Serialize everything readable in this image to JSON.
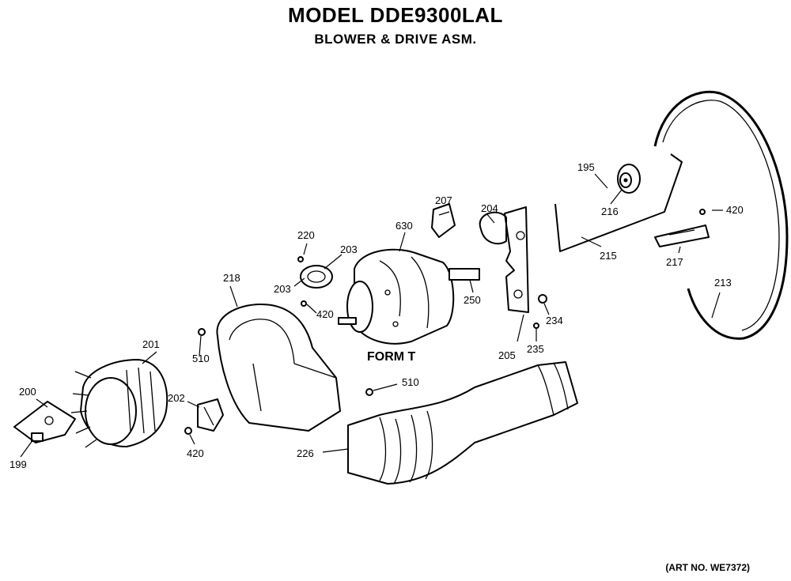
{
  "header": {
    "model": "MODEL DDE9300LAL",
    "assembly": "BLOWER & DRIVE ASM."
  },
  "parts": {
    "p195": "195",
    "p199": "199",
    "p200": "200",
    "p201": "201",
    "p202": "202",
    "p203a": "203",
    "p203b": "203",
    "p204": "204",
    "p205": "205",
    "p207": "207",
    "p213": "213",
    "p215": "215",
    "p216": "216",
    "p217": "217",
    "p218": "218",
    "p220": "220",
    "p226": "226",
    "p234": "234",
    "p235": "235",
    "p250": "250",
    "p420a": "420",
    "p420b": "420",
    "p420c": "420",
    "p510a": "510",
    "p510b": "510",
    "p630": "630"
  },
  "form_label": "FORM T",
  "footer": {
    "art_no": "(ART NO. WE7372)"
  }
}
